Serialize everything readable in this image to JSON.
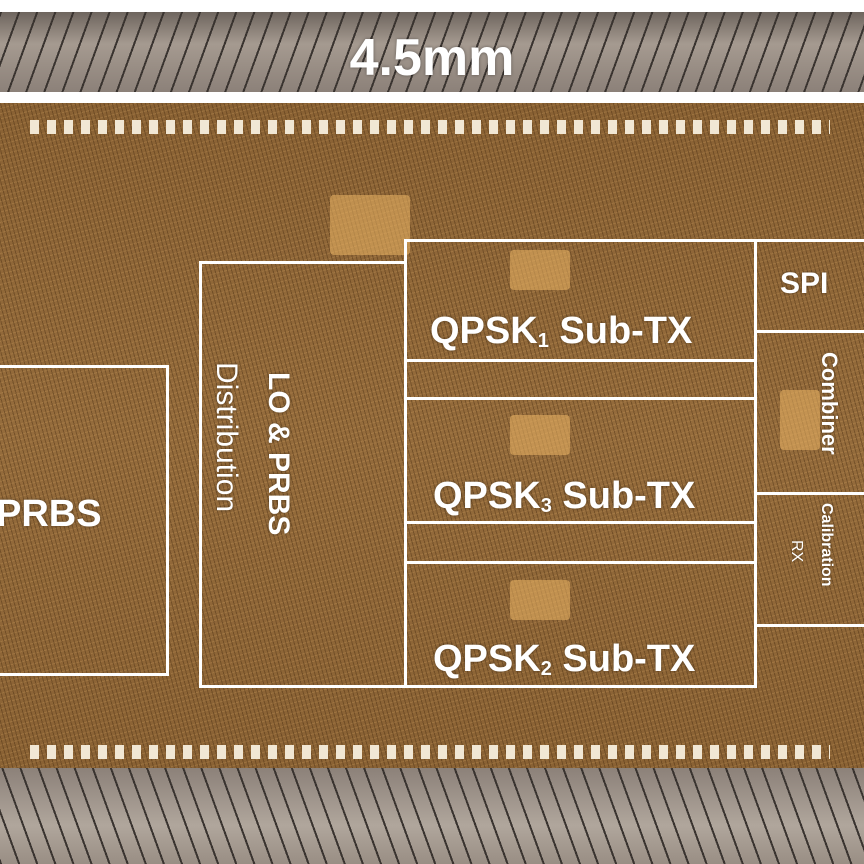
{
  "scale_label": "4.5mm",
  "blocks": {
    "prbs": "PRBS",
    "lo_dist_line1": "LO & PRBS",
    "lo_dist_line2": "Distribution",
    "qpsk1": {
      "name": "QPSK",
      "sub": "1",
      "suffix": " Sub-TX"
    },
    "qpsk3": {
      "name": "QPSK",
      "sub": "3",
      "suffix": " Sub-TX"
    },
    "qpsk2": {
      "name": "QPSK",
      "sub": "2",
      "suffix": " Sub-TX"
    },
    "spi": "SPI",
    "combiner": "Combiner",
    "cal_line1": "Calibration",
    "cal_line2": "RX"
  },
  "colors": {
    "annotation": "#ffffff",
    "die": "#8f673a"
  }
}
